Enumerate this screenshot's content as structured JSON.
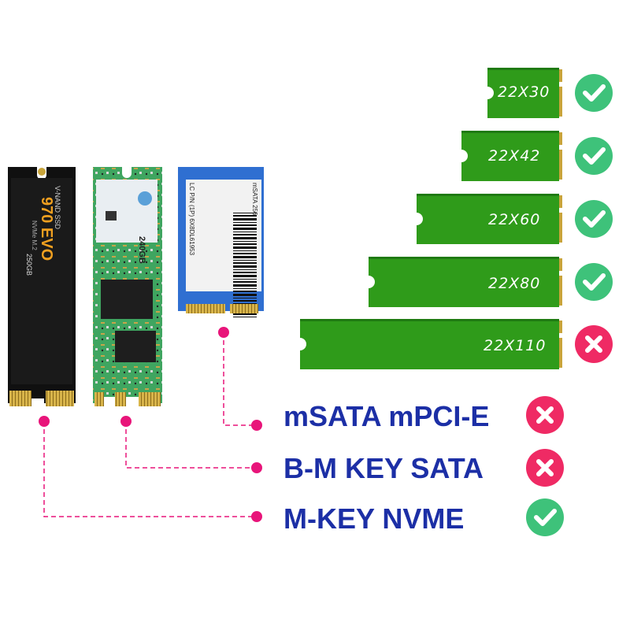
{
  "colors": {
    "pcb_green": "#2f9b1a",
    "pcb_dark_green": "#1f7a12",
    "gold": "#c8a43a",
    "check_green": "#3ec27a",
    "cross_red": "#ef2a64",
    "connector_pink": "#e8157a",
    "label_blue": "#1c2fa6"
  },
  "sizes": [
    {
      "label": "22X30",
      "supported": true,
      "status_icon": "check-icon"
    },
    {
      "label": "22X42",
      "supported": true,
      "status_icon": "check-icon"
    },
    {
      "label": "22X60",
      "supported": true,
      "status_icon": "check-icon"
    },
    {
      "label": "22X80",
      "supported": true,
      "status_icon": "check-icon"
    },
    {
      "label": "22X110",
      "supported": false,
      "status_icon": "cross-icon"
    }
  ],
  "types": [
    {
      "label": "mSATA mPCI-E",
      "supported": false,
      "status_icon": "cross-icon"
    },
    {
      "label": "B-M KEY SATA",
      "supported": false,
      "status_icon": "cross-icon"
    },
    {
      "label": "M-KEY NVME",
      "supported": true,
      "status_icon": "check-icon"
    }
  ],
  "ssd_nvme": {
    "brand_line": "V-NAND SSD",
    "model": "970 EVO",
    "sub": "NVMe M.2",
    "capacity": "250GB"
  },
  "ssd_sata": {
    "capacity": "240GB"
  },
  "ssd_msata": {
    "model_line": "mSATA 256",
    "serial_line": "LC P/N (1P) 6X8DL61953"
  }
}
